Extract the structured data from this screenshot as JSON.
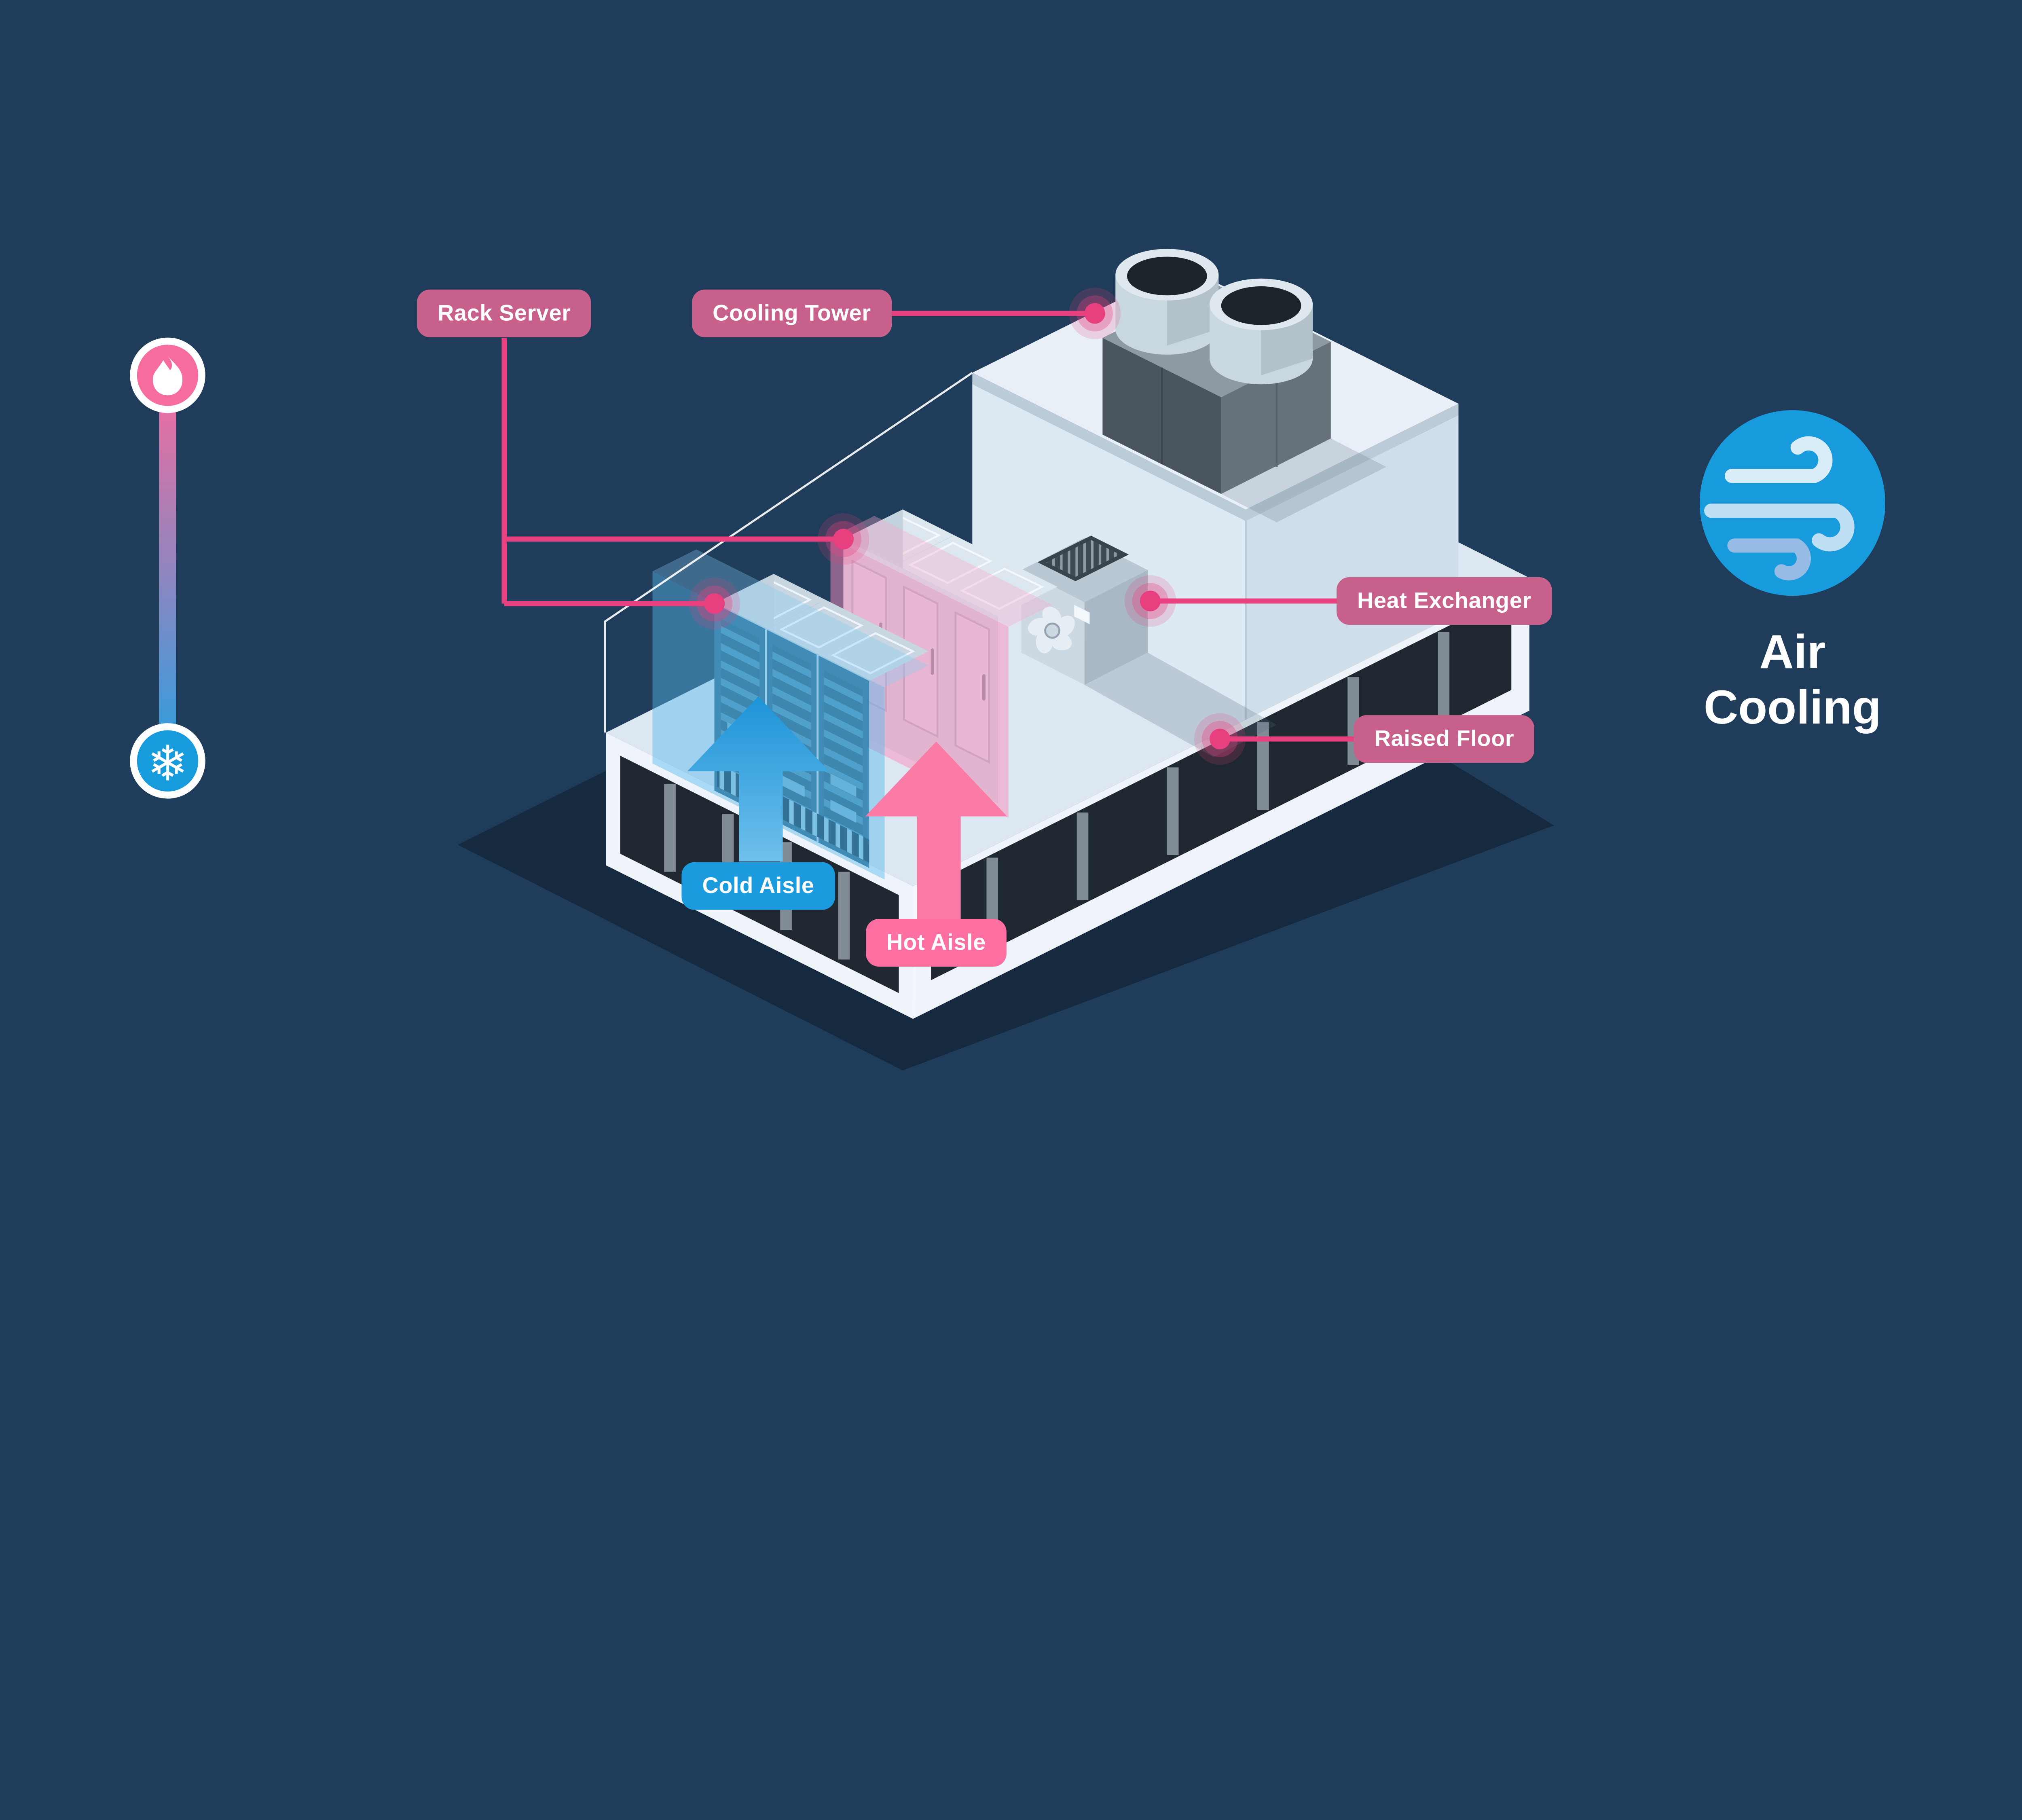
{
  "meta": {
    "background": "#1f3c5a",
    "accent_pink": "#e8407f",
    "label_rose": "#c7608b",
    "shadow": "#15293f",
    "floor": "#dce7f1"
  },
  "callouts": [
    {
      "id": "rack-server",
      "label": "Rack Server",
      "type": "component",
      "color": "#c7608b"
    },
    {
      "id": "cooling-tower",
      "label": "Cooling Tower",
      "type": "component",
      "color": "#c7608b"
    },
    {
      "id": "heat-exchanger",
      "label": "Heat Exchanger",
      "type": "component",
      "color": "#c7608b"
    },
    {
      "id": "raised-floor",
      "label": "Raised Floor",
      "type": "component",
      "color": "#c7608b"
    },
    {
      "id": "cold-aisle",
      "label": "Cold Aisle",
      "type": "airflow",
      "color": "#1b9bdd"
    },
    {
      "id": "hot-aisle",
      "label": "Hot Aisle",
      "type": "airflow",
      "color": "#fc6fa0"
    }
  ],
  "title": {
    "line1": "Air",
    "line2": "Cooling"
  },
  "thermometer": {
    "hot_icon": "flame-icon",
    "cold_icon": "snowflake-icon",
    "snowflake_glyph": "❄",
    "hot_color": "#f76c9e",
    "cold_color": "#189bdc"
  },
  "badge": {
    "icon": "wind-icon",
    "color": "#189bdc"
  }
}
